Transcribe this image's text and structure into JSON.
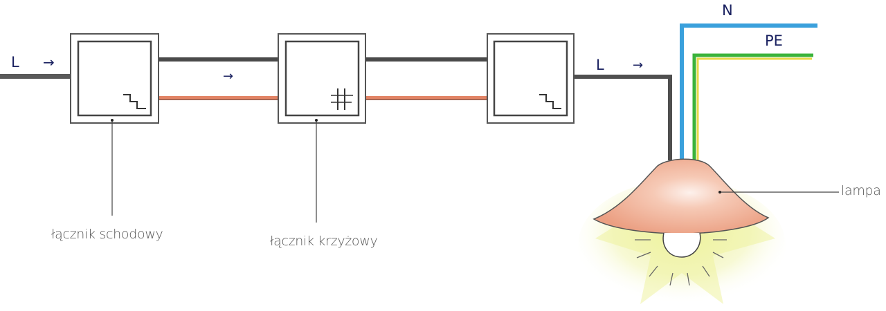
{
  "diagram": {
    "type": "wiring-diagram",
    "colors": {
      "phase_wire": "#555555",
      "traveler_wire": "#e07a5f",
      "neutral_wire": "#3aa0dc",
      "pe_wire_green": "#3bb33b",
      "pe_wire_yellow": "#e8d84a",
      "lamp_shade": "#f0a88c",
      "light_glow": "#eef2a0",
      "label_color": "#1a2160",
      "caption_color": "#555555"
    },
    "wire_labels": {
      "input_phase": "L",
      "output_phase": "L",
      "neutral": "N",
      "protective_earth": "PE"
    },
    "arrows": {
      "input": "→",
      "middle": "→",
      "output": "→"
    },
    "switches": [
      {
        "id": "switch-1",
        "symbol": "staircase-switch-icon",
        "caption": "łącznik schodowy"
      },
      {
        "id": "switch-2",
        "symbol": "cross-switch-icon",
        "caption": "łącznik krzyżowy"
      },
      {
        "id": "switch-3",
        "symbol": "staircase-switch-icon",
        "caption": ""
      }
    ],
    "lamp": {
      "caption": "lampa"
    }
  }
}
